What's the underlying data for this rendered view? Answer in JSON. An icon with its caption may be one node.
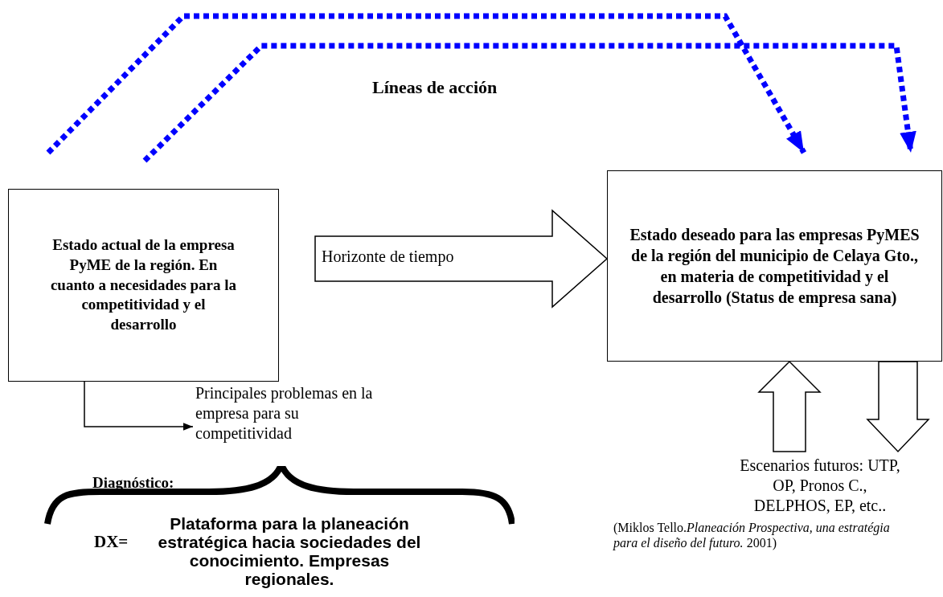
{
  "diagram": {
    "nodes": [
      {
        "text": [
          "Estado actual de la empresa PyME de la región. En cuanto a necesidades para la competitividad  y el desarrollo"
        ]
      },
      {
        "text": [
          "Principales problemas en la empresa para su competitividad"
        ]
      },
      {
        "text": [
          "Estado deseado para las empresas PyMES de la región del municipio de Celaya Gto., en materia de competitividad y el desarrollo (Status de empresa sana)"
        ]
      },
      {
        "text": [
          "Diagnóstico:",
          "DX=",
          "Plataforma para la planeación estratégica hacia sociedades del conocimiento. Empresas regionales."
        ]
      },
      {
        "text": [
          "Escenarios futuros: UTP, OP, Pronos C., DELPHOS, EP, etc.."
        ]
      }
    ],
    "edges": [
      {
        "from": null,
        "to": 2,
        "arrow": "to",
        "style": "dashed",
        "color": "#0000ff"
      },
      {
        "from": null,
        "to": 2,
        "arrow": "to",
        "style": "dashed",
        "color": "#0000ff"
      },
      {
        "from": 0,
        "to": 2,
        "arrow": "to",
        "label": "Horizonte de tiempo"
      },
      {
        "from": 0,
        "to": 1,
        "arrow": "to",
        "color": "#000000"
      },
      {
        "from": 4,
        "to": 2,
        "arrow": "to"
      },
      {
        "from": 2,
        "to": 4,
        "arrow": "to"
      }
    ],
    "labels": [
      "Líneas de acción",
      "(Miklos Tello.*Planeación Prospectiva, una estratégia para el diseño del futuro.* 2001)"
    ]
  }
}
